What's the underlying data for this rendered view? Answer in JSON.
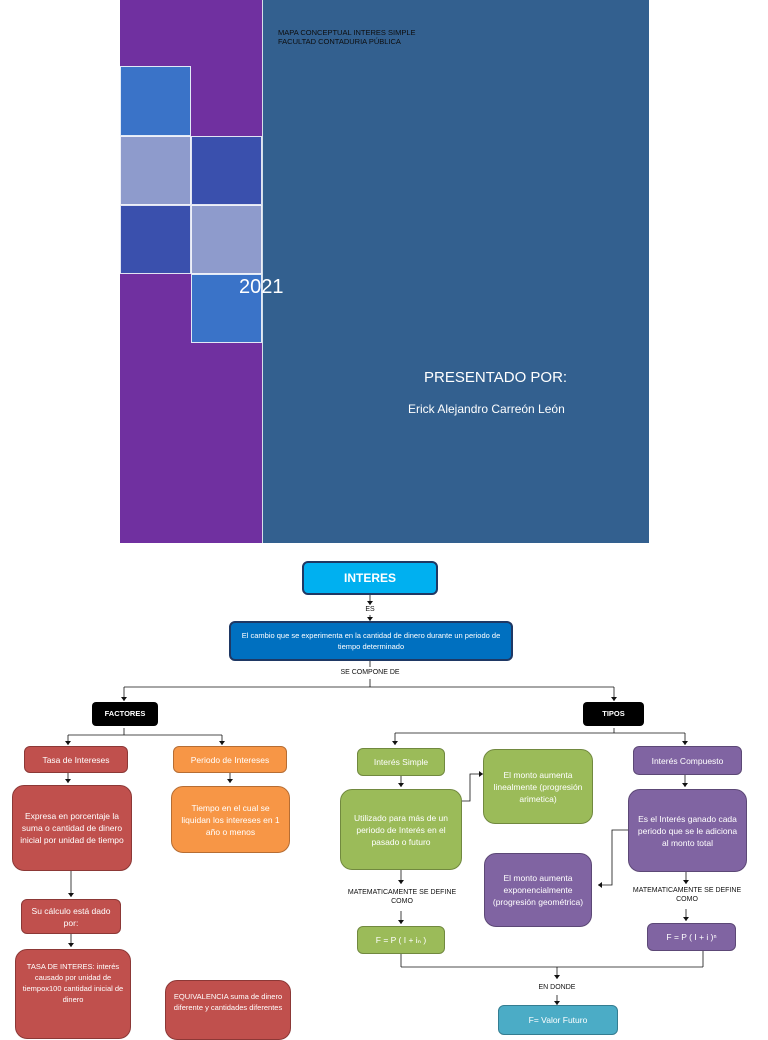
{
  "cover": {
    "header_line1": "MAPA CONCEPTUAL INTERES SIMPLE",
    "header_line2": "FACULTAD CONTADURIA PÚBLICA",
    "year": "2021",
    "presented_label": "PRESENTADO POR:",
    "author": "Erick Alejandro Carreón León",
    "colors": {
      "background": "#33608f",
      "purple": "#7030a0",
      "blue": "#3a73c8",
      "light_blue": "#8e9bcc",
      "dark_blue": "#3a50ad"
    }
  },
  "map": {
    "root": "INTERES",
    "es_label": "ES",
    "definition": "El cambio que se experimenta en la cantidad de dinero durante un periodo de tiempo determinado",
    "compone_label": "SE COMPONE DE",
    "factores": {
      "label": "FACTORES",
      "tasa": {
        "title": "Tasa de Intereses",
        "desc": "Expresa en porcentaje la suma o cantidad de dinero inicial por unidad de tiempo",
        "calc": "Su cálculo está dado por:",
        "formula": "TASA DE INTERES: interés causado por unidad de tiempox100 cantidad inicial de dinero"
      },
      "periodo": {
        "title": "Periodo de Intereses",
        "desc": "Tiempo en el cual se liquidan los intereses en 1 año o menos"
      },
      "equivalencia": "EQUIVALENCIA suma de dinero diferente y cantidades diferentes"
    },
    "tipos": {
      "label": "TIPOS",
      "simple": {
        "title": "Interés Simple",
        "desc": "Utilizado para más de un periodo de Interés en el pasado o futuro",
        "side": "El monto aumenta linealmente (progresión arimetica)",
        "define": "MATEMATICAMENTE SE DEFINE COMO",
        "formula": "F = P ( I + iₙ )"
      },
      "compuesto": {
        "title": "Interés Compuesto",
        "desc": "Es el Interés ganado cada periodo que se le adiciona al monto total",
        "side": "El monto aumenta exponencialmente (progresión geométrica)",
        "define": "MATEMATICAMENTE SE DEFINE COMO",
        "formula": "F = P ( I + i )ⁿ"
      },
      "en_donde": "EN DONDE",
      "valor_futuro": "F= Valor Futuro"
    }
  }
}
